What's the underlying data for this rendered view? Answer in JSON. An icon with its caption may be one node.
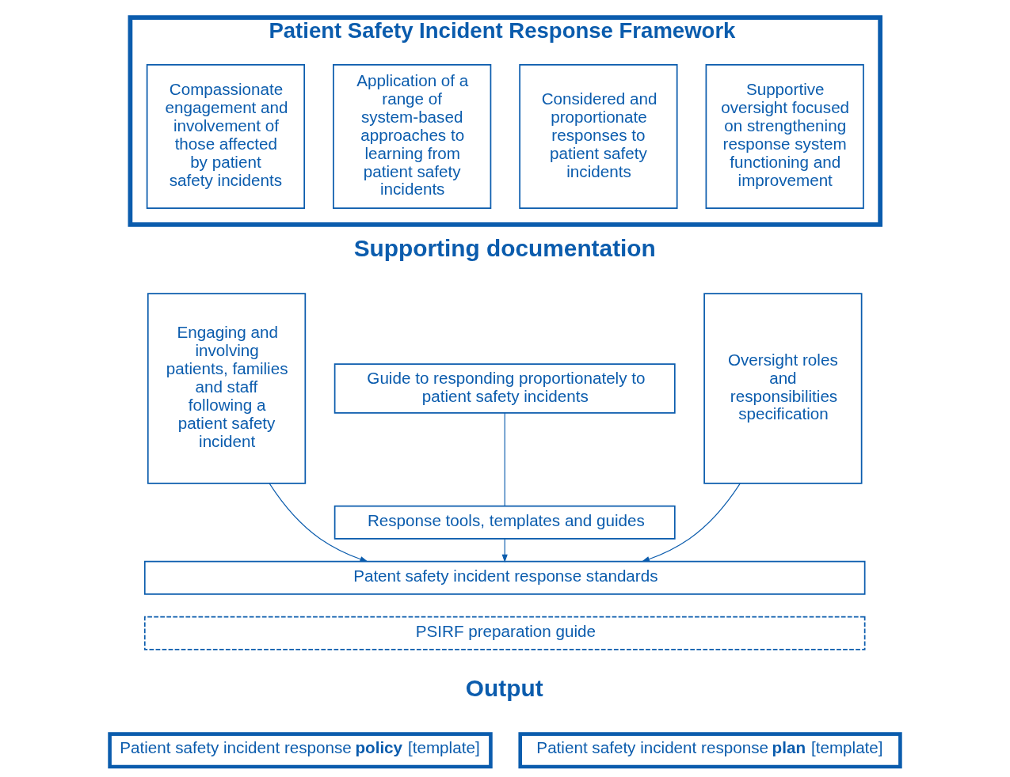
{
  "diagram": {
    "nodes": [
      {
        "text": [
          "Patient Safety Incident Response Framework"
        ]
      },
      {
        "text": [
          "Compassionate engagement and involvement of those affected by patient safety incidents"
        ],
        "in": 0
      },
      {
        "text": [
          "Application of a range of system-based approaches to learning from patient safety incidents"
        ],
        "in": 0
      },
      {
        "text": [
          "Considered and proportionate responses to patient safety incidents"
        ],
        "in": 0
      },
      {
        "text": [
          "Supportive oversight focused on strengthening response system functioning and improvement"
        ],
        "in": 0
      },
      {
        "text": [
          "Engaging and involving patients, families and staff following a patient safety incident"
        ]
      },
      {
        "text": [
          "Guide to responding proportionately to patient safety incidents"
        ]
      },
      {
        "text": [
          "Response tools, templates and guides"
        ]
      },
      {
        "text": [
          "Oversight roles and responsibilities specification"
        ]
      },
      {
        "text": [
          "Patent safety incident response standards"
        ]
      },
      {
        "text": [
          "PSIRF preparation guide"
        ]
      },
      {
        "text": [
          "Patient safety incident response **policy** [template]"
        ]
      },
      {
        "text": [
          "Patient safety incident response **plan** [template]"
        ]
      }
    ],
    "edges": [
      {
        "from": 6,
        "to": 7,
        "arrow": "none"
      },
      {
        "from": 5,
        "to": 9,
        "arrow": "to"
      },
      {
        "from": 7,
        "to": 9,
        "arrow": "to"
      },
      {
        "from": 8,
        "to": 9,
        "arrow": "to"
      }
    ],
    "labels": [
      "Supporting documentation",
      "Output"
    ]
  }
}
